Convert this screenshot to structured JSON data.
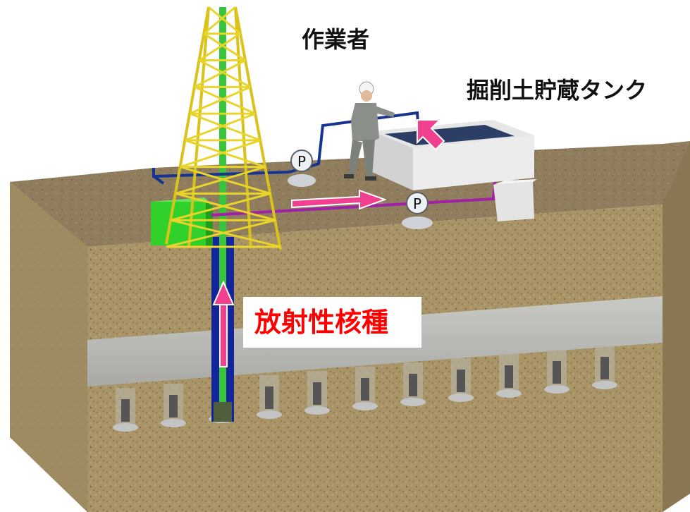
{
  "labels": {
    "worker": "作業者",
    "tank": "掘削土貯蔵タンク",
    "nuclide": "放射性核種"
  },
  "pump_labels": [
    "P",
    "P"
  ],
  "colors": {
    "soil": "#a89466",
    "soil_top": "#8d7a5b",
    "concrete": "#b9b9b6",
    "tower": "#f2e02a",
    "casing": "#13259b",
    "drill_rod": "#39c53b",
    "green_box": "#2fd12a",
    "pipe_blue": "#16338f",
    "pipe_purple": "#a020a8",
    "arrow_pink": "#f0408f",
    "tank": "#e1e1e1",
    "water": "#2c3e66",
    "label_red": "#ff0000"
  },
  "icons": [
    "drilling-tower",
    "worker-figure",
    "pump-icon",
    "storage-tank",
    "flow-arrow"
  ]
}
